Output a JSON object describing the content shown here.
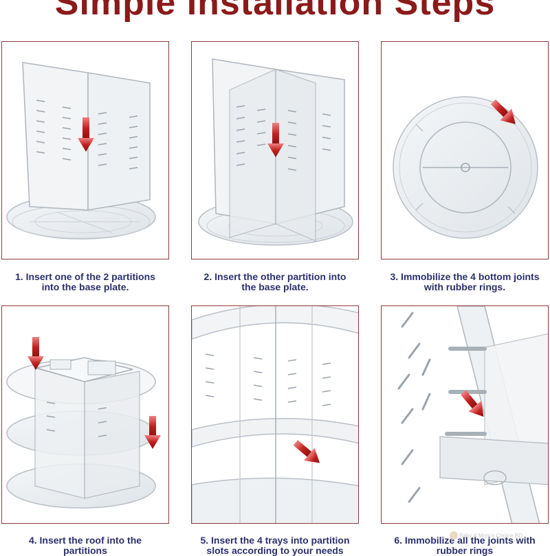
{
  "title": "Simple Installation Steps",
  "steps": [
    {
      "caption_line1": "1. Insert one of the 2 partitions",
      "caption_line2": "into the base plate."
    },
    {
      "caption_line1": "2. Insert the other partition into",
      "caption_line2": "the base plate."
    },
    {
      "caption_line1": "3. Immobilize the 4 bottom joints",
      "caption_line2": "with rubber rings."
    },
    {
      "caption_line1": "4. Insert the roof into the",
      "caption_line2": "partitions"
    },
    {
      "caption_line1": "5. Insert the 4 trays into partition",
      "caption_line2": "slots according to your needs"
    },
    {
      "caption_line1": "6. Immobilize all the joints with",
      "caption_line2": "rubber rings"
    }
  ],
  "watermark": "Baby & Mom's Choice BD",
  "colors": {
    "title": "#8b1a1a",
    "border": "#8b3a3a",
    "caption": "#2b2f6b",
    "arrow": "#b01c1c"
  },
  "icons": [
    "arrow-down-icon",
    "arrow-diagonal-icon"
  ]
}
